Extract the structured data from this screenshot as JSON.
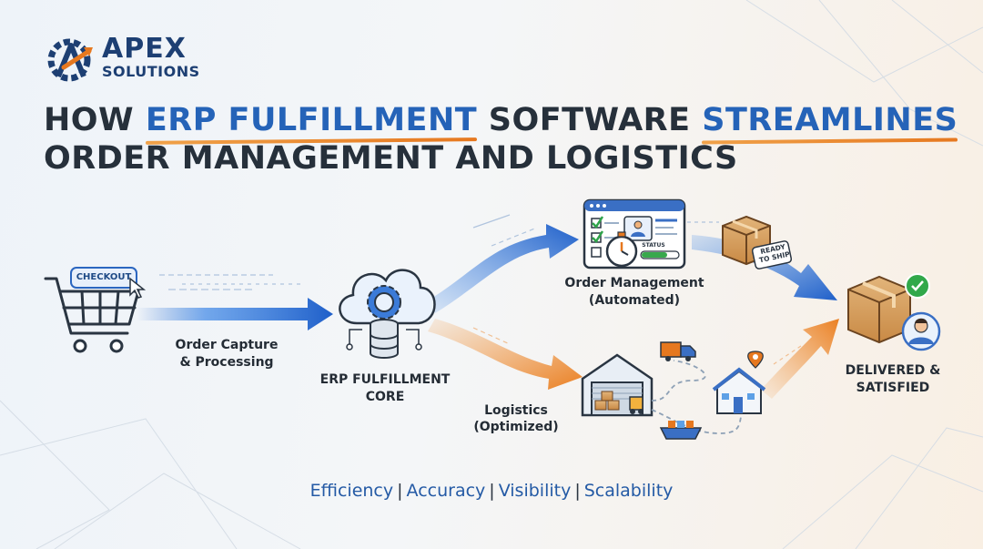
{
  "brand": {
    "name": "APEX",
    "sub": "SOLUTIONS",
    "colors": {
      "primary": "#1d3f73",
      "accent": "#e6781f",
      "blue": "#2563b8"
    }
  },
  "headline": {
    "line1": {
      "pre": "HOW ",
      "h1": "ERP FULFILLMENT",
      "mid": " SOFTWARE ",
      "h2": "STREAMLINES"
    },
    "line2": "ORDER MANAGEMENT AND LOGISTICS"
  },
  "nodes": {
    "checkout": {
      "button_label": "CHECKOUT",
      "icon": "shopping-cart-icon"
    },
    "capture": {
      "line1": "Order Capture",
      "line2": "& Processing"
    },
    "core": {
      "line1": "ERP FULFILLMENT",
      "line2": "CORE",
      "icon": "cloud-gear-database-icon"
    },
    "order_management": {
      "title": "Order Management",
      "sub": "(Automated)",
      "status_label": "STATUS",
      "icon": "dashboard-stopwatch-icon"
    },
    "ready": {
      "line1": "READY",
      "line2": "TO SHIP",
      "icon": "package-icon"
    },
    "logistics": {
      "title": "Logistics",
      "sub": "(Optimized)",
      "icon": "warehouse-truck-ship-icon"
    },
    "delivered": {
      "line1": "DELIVERED &",
      "line2": "SATISFIED",
      "icon": "package-customer-check-icon"
    }
  },
  "tagline": {
    "items": [
      "Efficiency",
      "Accuracy",
      "Visibility",
      "Scalability"
    ],
    "separator": "|"
  }
}
